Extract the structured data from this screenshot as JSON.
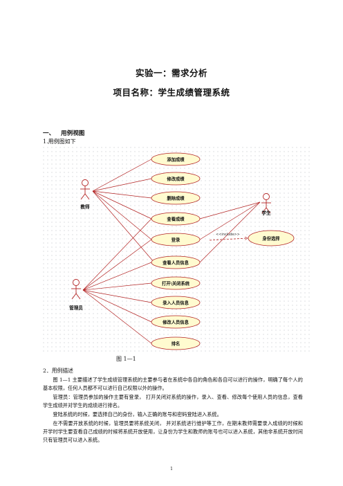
{
  "document": {
    "title": "实验一：需求分析",
    "project": "项目名称：学生成绩管理系统",
    "section": {
      "number": "一、",
      "title": "用例视图"
    },
    "subheading1": "1.用例图如下",
    "figure_caption": "图  1—1",
    "subheading2": "2．用例描述",
    "paragraphs": [
      "图  1—1  主要描述了学生成绩管理系统的主要参与者在系统中各自的角色和各自可以进行的操作，明确了每个人的基本权限，任何人员都不可以进行自己权限以外的操作。",
      "管理员：管理员参加的操作主要有登录，  打开关闭对系统的操作，录入、查看、修改每个使用人员的信息，查看学生成绩并对学生的成绩进行排名。",
      "登陆系统的时候，要选择自己的身份，输入正确的账号和密码登陆进入系统。",
      "在不需要开放系统的时候，管理员要将系统关闭，  并对系统进行维护等工作，在期末教师需要录入成绩的时候和开学时学生要查看自己成绩的时候将系统开放使用，让身份为学生和教师的账号也可以进入系统，其他非系统开放时间只有管理员可以进入系统。"
    ],
    "page_number": "1"
  },
  "diagram": {
    "actors": {
      "teacher": "教师",
      "admin": "管理员",
      "student": "学生"
    },
    "use_cases": [
      "添加成绩",
      "修改成绩",
      "删除成绩",
      "查看成绩",
      "登录",
      "查看人员信息",
      "打开\\关闭系统",
      "录入人员信息",
      "修改人员信息",
      "排名"
    ],
    "identity_use_case": "身份选择",
    "include_label": "<<include>>",
    "line_color": "#b22222",
    "fill_color": "#fffbd0"
  }
}
